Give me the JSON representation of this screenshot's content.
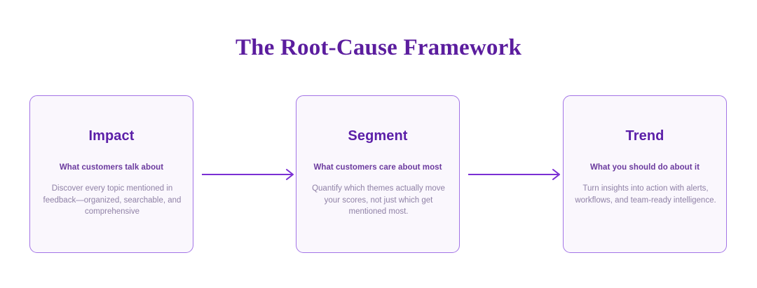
{
  "page": {
    "title": "The Root-Cause Framework",
    "background_color": "#ffffff"
  },
  "theme": {
    "title_color": "#5b1d9e",
    "card_title_color": "#5b1fa8",
    "card_subtitle_color": "#6b3a9e",
    "card_body_color": "#8f81a6",
    "card_background": "#faf7fd",
    "card_border_color": "#a374e6",
    "arrow_color": "#7b2fd4"
  },
  "cards": [
    {
      "title": "Impact",
      "subtitle": "What customers talk about",
      "body": "Discover every topic mentioned in feedback—organized, searchable, and comprehensive"
    },
    {
      "title": "Segment",
      "subtitle": "What customers care about most",
      "body": "Quantify which themes actually move your scores, not just which get mentioned most."
    },
    {
      "title": "Trend",
      "subtitle": "What you should do about it",
      "body": "Turn insights into action with alerts, workflows, and team-ready intelligence."
    }
  ],
  "connectors": [
    {
      "icon": "arrow-right-icon"
    },
    {
      "icon": "arrow-right-icon"
    }
  ]
}
